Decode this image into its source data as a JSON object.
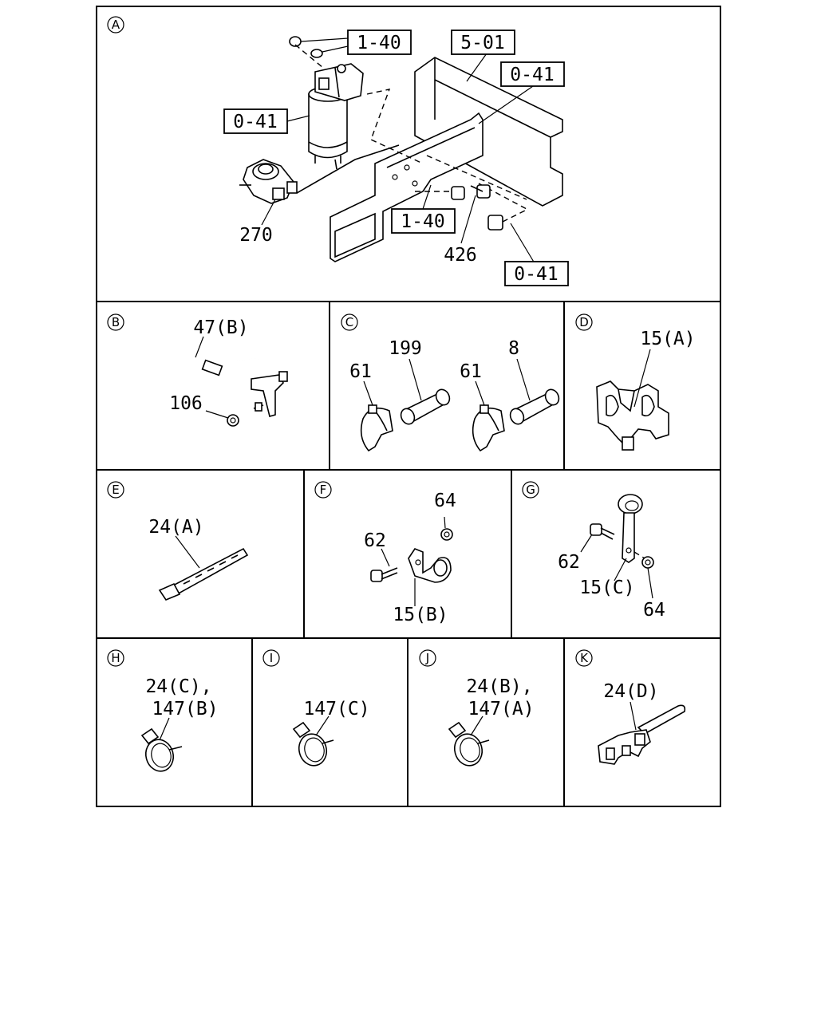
{
  "panels": {
    "A": {
      "letter": "A",
      "refs": [
        "1-40",
        "5-01",
        "0-41",
        "0-41",
        "1-40",
        "0-41"
      ],
      "parts": [
        "270",
        "426"
      ]
    },
    "B": {
      "letter": "B",
      "parts": [
        "47(B)",
        "106"
      ]
    },
    "C": {
      "letter": "C",
      "parts": [
        "199",
        "8",
        "61",
        "61"
      ]
    },
    "D": {
      "letter": "D",
      "parts": [
        "15(A)"
      ]
    },
    "E": {
      "letter": "E",
      "parts": [
        "24(A)"
      ]
    },
    "F": {
      "letter": "F",
      "parts": [
        "64",
        "62",
        "15(B)"
      ]
    },
    "G": {
      "letter": "G",
      "parts": [
        "62",
        "15(C)",
        "64"
      ]
    },
    "H": {
      "letter": "H",
      "parts": [
        "24(C),",
        "147(B)"
      ]
    },
    "I": {
      "letter": "I",
      "parts": [
        "147(C)"
      ]
    },
    "J": {
      "letter": "J",
      "parts": [
        "24(B),",
        "147(A)"
      ]
    },
    "K": {
      "letter": "K",
      "parts": [
        "24(D)"
      ]
    }
  }
}
